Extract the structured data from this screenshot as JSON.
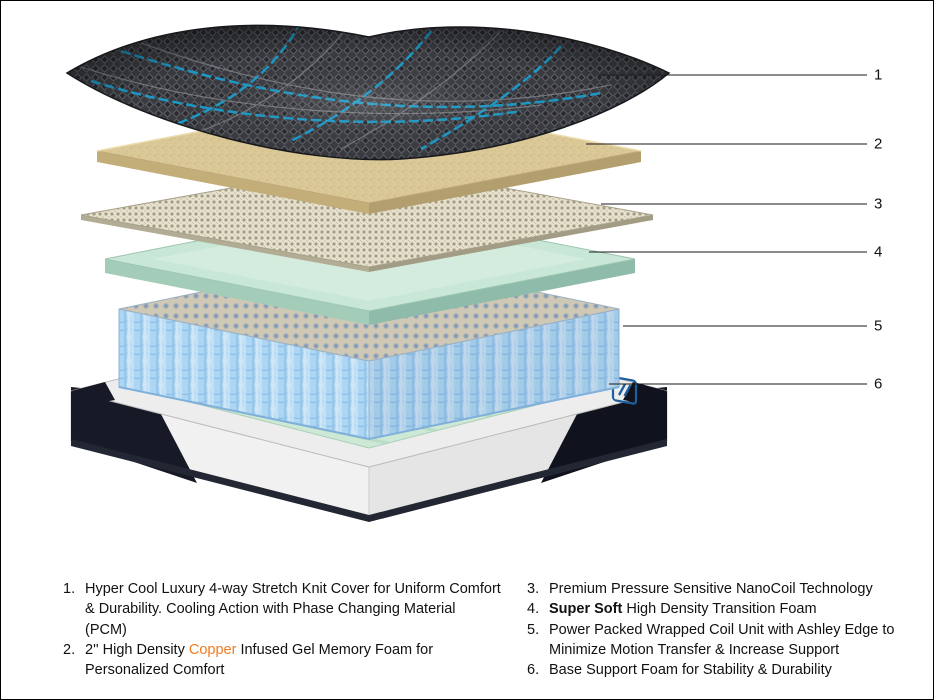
{
  "callouts": [
    {
      "label": "1"
    },
    {
      "label": "2"
    },
    {
      "label": "3"
    },
    {
      "label": "4"
    },
    {
      "label": "5"
    },
    {
      "label": "6"
    }
  ],
  "legend": {
    "items": [
      {
        "number": "1.",
        "pre": "Hyper Cool Luxury 4-way Stretch Knit Cover for Uniform Comfort & Durability. Cooling Action with Phase Changing Material (PCM)",
        "highlight": "",
        "post": ""
      },
      {
        "number": "2.",
        "pre": "2'' High Density ",
        "highlight": "Copper",
        "post": " Infused Gel Memory Foam for Personalized Comfort"
      },
      {
        "number": "3.",
        "pre": "Premium Pressure Sensitive NanoCoil Technology",
        "highlight": "",
        "post": ""
      },
      {
        "number": "4.",
        "pre": "",
        "highlight": "Super Soft",
        "post": " High Density Transition Foam"
      },
      {
        "number": "5.",
        "pre": "Power Packed Wrapped Coil Unit with Ashley Edge to Minimize Motion Transfer & Increase Support",
        "highlight": "",
        "post": ""
      },
      {
        "number": "6.",
        "pre": "Base Support Foam for Stability & Durability",
        "highlight": "",
        "post": ""
      }
    ]
  },
  "colors": {
    "copper": "#f47b20",
    "accent_blue": "#18a5d8",
    "coil_blue": "#aed6f2",
    "foam_teal": "#c8e7d6",
    "foam_tan": "#dbc897",
    "foam_green": "#cde9d6",
    "base_dark": "#171a26",
    "cover_dark": "#3a3b40"
  }
}
